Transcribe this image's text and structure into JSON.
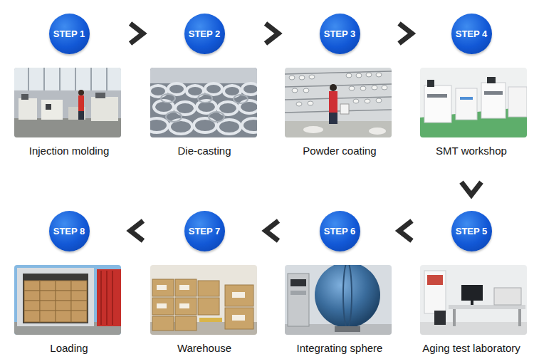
{
  "diagram": {
    "nodes": [
      {
        "text": [
          "STEP 1",
          "Injection molding"
        ]
      },
      {
        "text": [
          "STEP 2",
          "Die-casting"
        ]
      },
      {
        "text": [
          "STEP 3",
          "Powder coating"
        ]
      },
      {
        "text": [
          "STEP 4",
          "SMT workshop"
        ]
      },
      {
        "text": [
          "STEP 5",
          "Aging test laboratory"
        ]
      },
      {
        "text": [
          "STEP 6",
          "Integrating sphere"
        ]
      },
      {
        "text": [
          "STEP 7",
          "Warehouse"
        ]
      },
      {
        "text": [
          "STEP 8",
          "Loading"
        ]
      }
    ],
    "edges": [
      {
        "from": 0,
        "to": 1,
        "arrow": "to"
      },
      {
        "from": 1,
        "to": 2,
        "arrow": "to"
      },
      {
        "from": 2,
        "to": 3,
        "arrow": "to"
      },
      {
        "from": 3,
        "to": 4,
        "arrow": "to"
      },
      {
        "from": 4,
        "to": 5,
        "arrow": "to"
      },
      {
        "from": 5,
        "to": 6,
        "arrow": "to"
      },
      {
        "from": 6,
        "to": 7,
        "arrow": "to"
      }
    ]
  }
}
